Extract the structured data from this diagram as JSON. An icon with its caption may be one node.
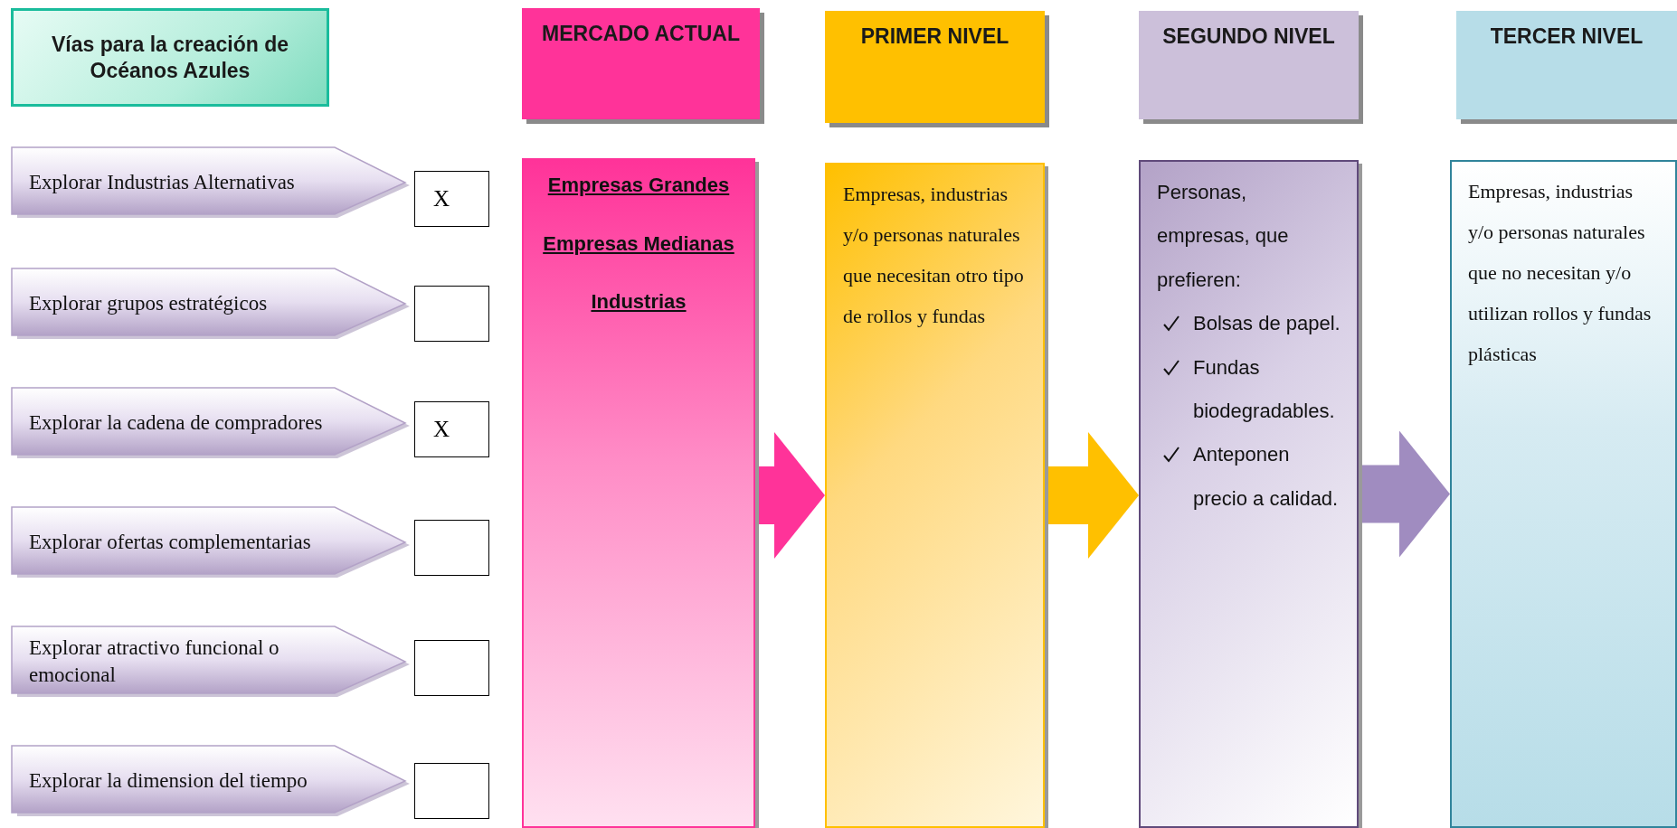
{
  "diagram": {
    "nodes": [
      {
        "text": [
          "Vías para la creación de Océanos Azules"
        ]
      },
      {
        "text": [
          "MERCADO ACTUAL"
        ]
      },
      {
        "text": [
          "PRIMER NIVEL"
        ]
      },
      {
        "text": [
          "SEGUNDO NIVEL"
        ]
      },
      {
        "text": [
          "TERCER NIVEL"
        ]
      },
      {
        "text": [
          "Explorar Industrias Alternativas"
        ]
      },
      {
        "text": [
          "Explorar grupos estratégicos"
        ]
      },
      {
        "text": [
          "Explorar la cadena de compradores"
        ]
      },
      {
        "text": [
          "Explorar ofertas complementarias"
        ]
      },
      {
        "text": [
          "Explorar atractivo funcional o emocional"
        ]
      },
      {
        "text": [
          "Explorar la dimension del tiempo"
        ]
      },
      {
        "text": [
          "X"
        ]
      },
      {
        "text": [],
        "shape": "box"
      },
      {
        "text": [
          "X"
        ]
      },
      {
        "text": [],
        "shape": "box"
      },
      {
        "text": [],
        "shape": "box"
      },
      {
        "text": [],
        "shape": "box"
      },
      {
        "text": [
          "Empresas Grandes",
          "Empresas Medianas",
          "Industrias"
        ]
      },
      {
        "text": [
          "Empresas, industrias y/o personas naturales que necesitan otro tipo de rollos y fundas"
        ]
      },
      {
        "text": [
          "Personas, empresas, que prefieren:",
          "Bolsas de papel.",
          "Fundas biodegradables.",
          "Anteponen precio a calidad."
        ]
      },
      {
        "text": [
          "Empresas, industrias y/o personas naturales que no necesitan y/o utilizan rollos y fundas plásticas"
        ]
      }
    ],
    "edges": [
      {
        "from": 17,
        "to": 18,
        "arrow": "to",
        "color": "#ff3399"
      },
      {
        "from": 18,
        "to": 19,
        "arrow": "to",
        "color": "#ffc000"
      },
      {
        "from": 19,
        "to": 20,
        "arrow": "to",
        "color": "#a08cc0"
      }
    ]
  }
}
